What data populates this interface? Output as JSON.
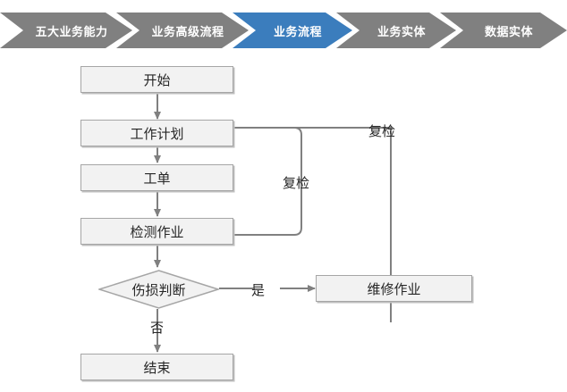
{
  "breadcrumb": {
    "active_color": "#3b7dbd",
    "inactive_color": "#808080",
    "text_color": "#ffffff",
    "items": [
      {
        "label": "五大业务能力",
        "active": false
      },
      {
        "label": "业务高级流程",
        "active": false
      },
      {
        "label": "业务流程",
        "active": true
      },
      {
        "label": "业务实体",
        "active": false
      },
      {
        "label": "数据实体",
        "active": false
      }
    ]
  },
  "flowchart": {
    "node_fill": "#f2f2f2",
    "node_border": "#a6a6a6",
    "connector_color": "#808080",
    "text_color": "#262626",
    "nodes": [
      {
        "id": "start",
        "label": "开始",
        "shape": "rect"
      },
      {
        "id": "work_plan",
        "label": "工作计划",
        "shape": "rect"
      },
      {
        "id": "work_order",
        "label": "工单",
        "shape": "rect"
      },
      {
        "id": "inspection",
        "label": "检测作业",
        "shape": "rect"
      },
      {
        "id": "damage_decision",
        "label": "伤损判断",
        "shape": "diamond"
      },
      {
        "id": "repair",
        "label": "维修作业",
        "shape": "rect"
      },
      {
        "id": "end",
        "label": "结束",
        "shape": "rect"
      }
    ],
    "edge_labels": [
      {
        "id": "recheck_inner",
        "label": "复检"
      },
      {
        "id": "recheck_outer",
        "label": "复检"
      },
      {
        "id": "yes",
        "label": "是"
      },
      {
        "id": "no",
        "label": "否"
      }
    ]
  }
}
